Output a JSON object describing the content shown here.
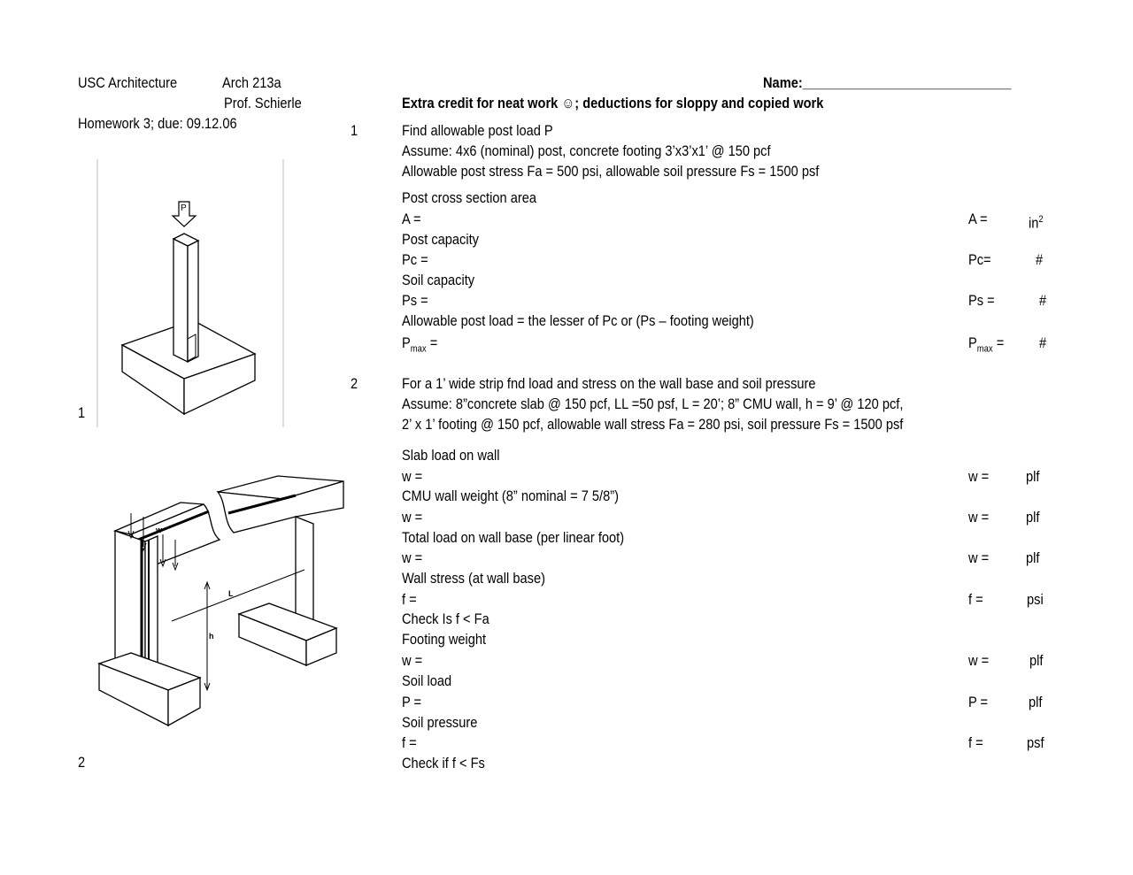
{
  "header": {
    "school": "USC Architecture",
    "course": "Arch 213a",
    "professor": "Prof. Schierle",
    "homework": "Homework 3;  due: 09.12.06",
    "name_label": "Name:_____________________________",
    "extra_credit": "Extra credit for neat work ☺; deductions for sloppy and copied work"
  },
  "figures": {
    "fig1_label": "1",
    "fig1_load_letter": "P",
    "fig2_label": "2",
    "fig2_w": "w",
    "fig2_L": "L",
    "fig2_h": "h"
  },
  "problem1": {
    "number": "1",
    "title": "Find allowable post load P",
    "assume": "Assume: 4x6 (nominal) post, concrete footing 3’x3’x1’ @ 150 pcf",
    "stresses": "Allowable post stress Fa = 500 psi, allowable soil pressure Fs = 1500 psf",
    "rows": [
      {
        "heading": "Post cross section area",
        "eq": "A =",
        "ans": "A =",
        "unit": "in"
      },
      {
        "heading": "Post capacity",
        "eq": "Pc =",
        "ans": "Pc=",
        "unit": "#"
      },
      {
        "heading": "Soil capacity",
        "eq": "Ps =",
        "ans": "Ps =",
        "unit": "#"
      },
      {
        "heading": "Allowable post load = the lesser of Pc or (Ps – footing weight)",
        "eq": "P",
        "eq_sub": "max",
        "eq_tail": " =",
        "ans": "P",
        "ans_sub": "max",
        "ans_tail": " =",
        "unit": "#"
      }
    ],
    "unit_sup": "2"
  },
  "problem2": {
    "number": "2",
    "title": "For a 1’ wide strip fnd load and stress on the wall base and soil pressure",
    "assume1": "Assume: 8”concrete  slab @ 150 pcf, LL =50 psf, L = 20’; 8” CMU wall, h = 9’ @ 120 pcf,",
    "assume2": "2’ x 1’ footing @ 150 pcf, allowable wall stress Fa = 280 psi, soil pressure Fs = 1500 psf",
    "rows": [
      {
        "heading": "Slab load on wall",
        "eq": "w =",
        "ans": "w =",
        "unit": "plf"
      },
      {
        "heading": "CMU wall weight (8” nominal = 7 5/8”)",
        "eq": "w =",
        "ans": "w =",
        "unit": "plf"
      },
      {
        "heading": "Total load on wall base (per linear foot)",
        "eq": "w =",
        "ans": "w =",
        "unit": "plf"
      },
      {
        "heading": "Wall stress (at wall base)",
        "eq": "f =",
        "ans": "f =",
        "unit": "psi"
      },
      {
        "heading": "Check Is f < Fa",
        "eq": "",
        "ans": "",
        "unit": ""
      },
      {
        "heading": "Footing weight",
        "eq": "w =",
        "ans": "w =",
        "unit": "plf"
      },
      {
        "heading": "Soil load",
        "eq": "P =",
        "ans": "P =",
        "unit": "plf"
      },
      {
        "heading": "Soil pressure",
        "eq": "f =",
        "ans": "f =",
        "unit": "psf"
      },
      {
        "heading": "Check if f < Fs",
        "eq": "",
        "ans": "",
        "unit": ""
      }
    ]
  }
}
